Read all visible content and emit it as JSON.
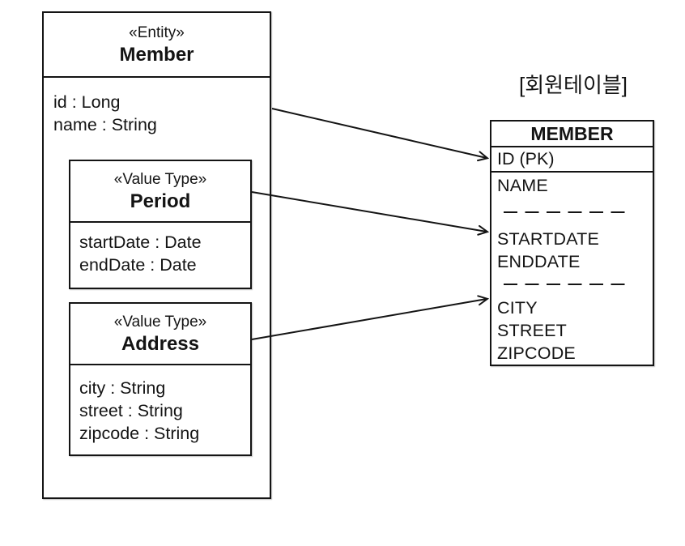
{
  "palette": {
    "ink": "#141414",
    "background": "#ffffff"
  },
  "entity": {
    "stereotype": "«Entity»",
    "name": "Member",
    "attributes": [
      "id : Long",
      "name : String"
    ]
  },
  "value_types": [
    {
      "stereotype": "«Value Type»",
      "name": "Period",
      "attributes": [
        "startDate : Date",
        "endDate : Date"
      ]
    },
    {
      "stereotype": "«Value Type»",
      "name": "Address",
      "attributes": [
        "city : String",
        "street : String",
        "zipcode : String"
      ]
    }
  ],
  "table": {
    "caption": "[회원테이블]",
    "name": "MEMBER",
    "pk_row": "ID (PK)",
    "group1": [
      "NAME"
    ],
    "group2": [
      "STARTDATE",
      "ENDDATE"
    ],
    "group3": [
      "CITY",
      "STREET",
      "ZIPCODE"
    ]
  },
  "arrows": [
    {
      "from": "Member",
      "to": "ID (PK)"
    },
    {
      "from": "Period",
      "to": "STARTDATE / ENDDATE"
    },
    {
      "from": "Address",
      "to": "CITY / STREET / ZIPCODE"
    }
  ]
}
